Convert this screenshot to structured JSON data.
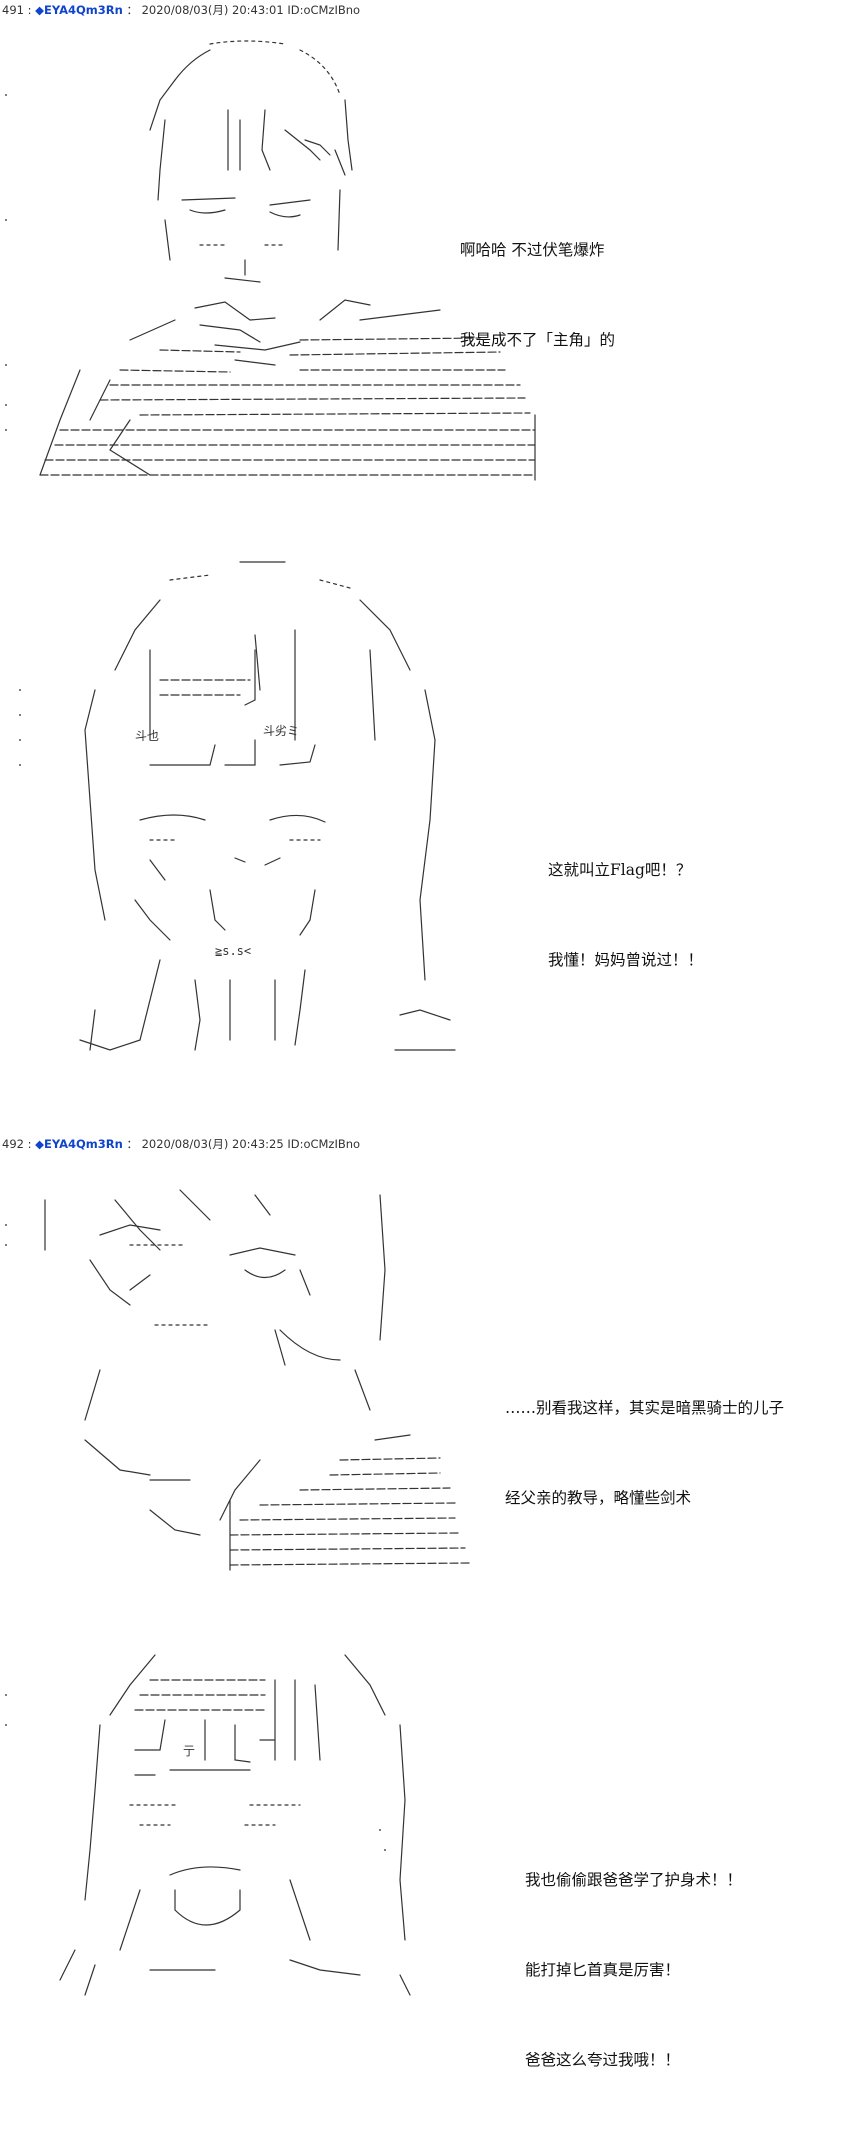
{
  "posts": [
    {
      "number": "491 :",
      "diamond": "◆",
      "name": "EYA4Qm3Rn",
      "separator": "：",
      "date": "2020/08/03(月) 20:43:01",
      "id": "ID:oCMzIBno"
    },
    {
      "number": "492 :",
      "diamond": "◆",
      "name": "EYA4Qm3Rn",
      "separator": "：",
      "date": "2020/08/03(月) 20:43:25",
      "id": "ID:oCMzIBno"
    }
  ],
  "panels": [
    {
      "lines": [
        "啊哈哈 不过伏笔爆炸",
        "我是成不了「主角」的"
      ]
    },
    {
      "lines": [
        "这就叫立Flag吧！？",
        "我懂！妈妈曾说过！！"
      ]
    },
    {
      "lines": [
        "……别看我这样，其实是暗黑骑士的儿子",
        "经父亲的教导，略懂些剑术"
      ]
    },
    {
      "lines": [
        "我也偷偷跟爸爸学了护身术！！",
        "能打掉匕首真是厉害！",
        "爸爸这么夸过我哦！！"
      ]
    }
  ],
  "art_text": {
    "panel2_tag": "斗也",
    "panel2_tag2": "斗劣ミ",
    "panel2_chest": "≧s.s<",
    "panel4_tag": "亍"
  }
}
